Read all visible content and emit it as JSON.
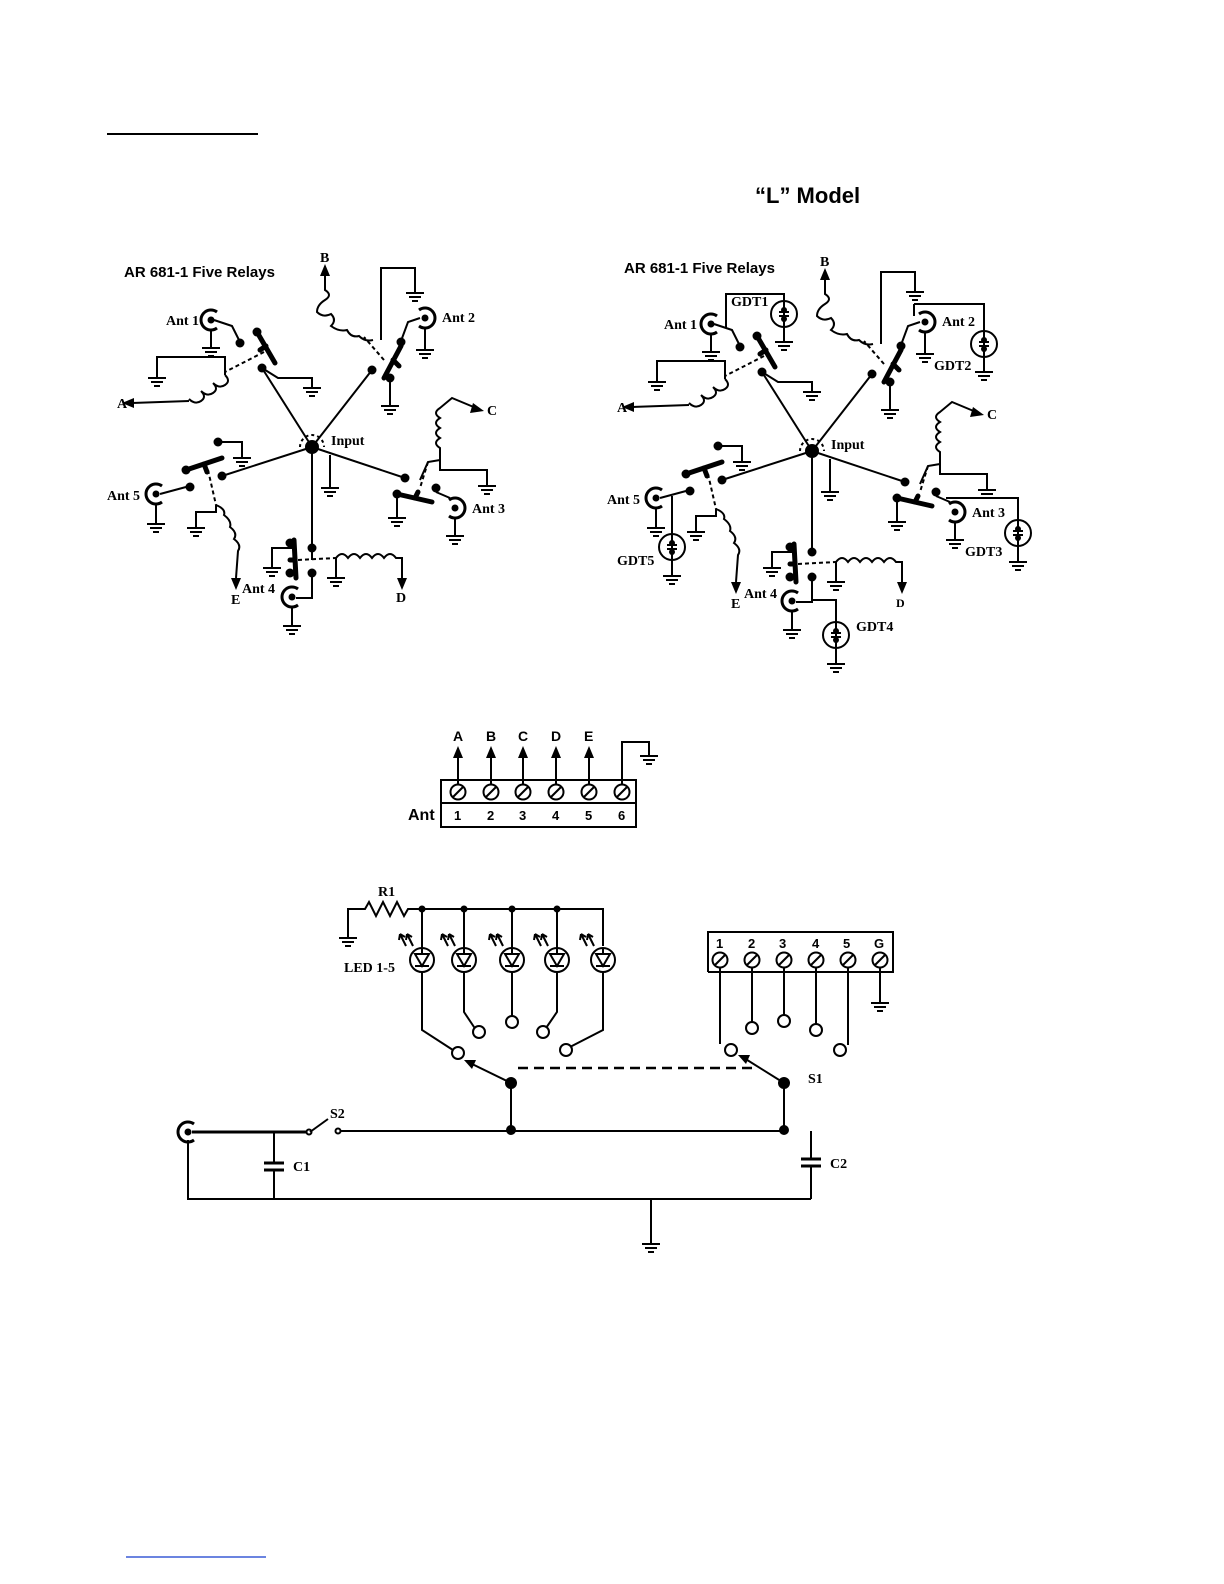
{
  "header": {
    "model_title": "“L” Model"
  },
  "diagrams": {
    "standard": {
      "title": "AR 681-1 Five Relays",
      "input_label": "Input",
      "antennas": [
        "Ant 1",
        "Ant 2",
        "Ant 3",
        "Ant 4",
        "Ant 5"
      ],
      "outputs": [
        "A",
        "B",
        "C",
        "D",
        "E"
      ]
    },
    "l_model": {
      "title": "AR 681-1 Five Relays",
      "input_label": "Input",
      "antennas": [
        "Ant 1",
        "Ant 2",
        "Ant 3",
        "Ant 4",
        "Ant 5"
      ],
      "outputs": [
        "A",
        "B",
        "C",
        "D",
        "E"
      ],
      "gdts": [
        "GDT1",
        "GDT2",
        "GDT3",
        "GDT4",
        "GDT5"
      ]
    }
  },
  "terminal_block": {
    "label": "Ant",
    "top_labels": [
      "A",
      "B",
      "C",
      "D",
      "E"
    ],
    "numbers": [
      "1",
      "2",
      "3",
      "4",
      "5",
      "6"
    ]
  },
  "control": {
    "resistor": "R1",
    "leds": "LED 1-5",
    "switch_1": "S1",
    "switch_2": "S2",
    "cap_1": "C1",
    "cap_2": "C2",
    "terminals": [
      "1",
      "2",
      "3",
      "4",
      "5",
      "G"
    ]
  }
}
